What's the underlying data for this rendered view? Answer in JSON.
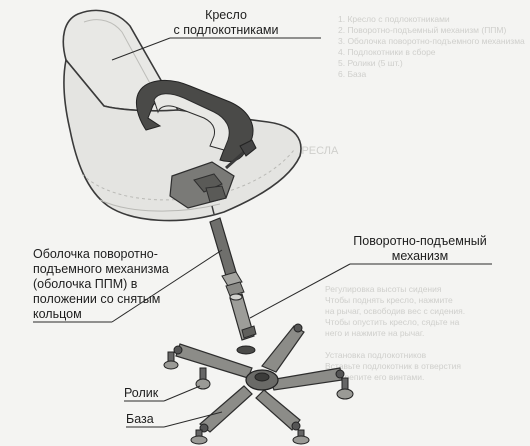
{
  "labels": {
    "armchair": [
      "Кресло",
      "с подлокотниками"
    ],
    "gas_lift_housing": [
      "Оболочка поворотно-",
      "подъемного механизма",
      "(оболочка ППМ) в",
      "положении со снятым",
      "кольцом"
    ],
    "gas_lift": [
      "Поворотно-подъемный",
      "механизм"
    ],
    "caster": "Ролик",
    "base": "База"
  },
  "background_text": {
    "list": [
      "1. Кресло с подлокотниками",
      "2. Поворотно-подъемный механизм (ППМ)",
      "3. Оболочка поворотно-подъемного механизма",
      "4. Подлокотники в сборе",
      "5. Ролики (5 шт.)",
      "6. База"
    ],
    "heading": "РЕГУЛИРОВКИ ПОДЪЕМНОГО КРЕСЛА",
    "paragraph": [
      "Регулировка высоты сидения",
      "Чтобы поднять кресло, нажмите",
      "на рычаг, освободив вес с сидения.",
      "Чтобы опустить кресло, сядьте на",
      "него и нажмите на рычаг.",
      "Установка подлокотников",
      "Вставьте подлокотник в отверстия",
      "и закрепите его винтами."
    ]
  },
  "colors": {
    "background": "#f4f4f2",
    "ink": "#1e1e1e",
    "seat_fill": "#e6e6e3",
    "armrest": "#4a4a48",
    "base_fill": "#8c8c88",
    "faded_text": "#cfcfcc"
  }
}
